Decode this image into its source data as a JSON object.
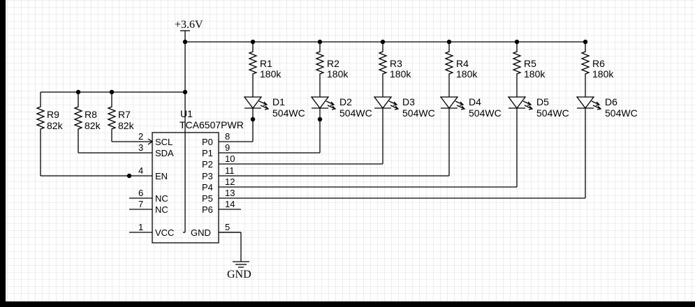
{
  "power": {
    "label": "+3.6V"
  },
  "ground": {
    "label": "GND"
  },
  "ic": {
    "ref": "U1",
    "part": "TCA6507PWR",
    "left_pins": [
      {
        "num": "2",
        "name": "SCL"
      },
      {
        "num": "3",
        "name": "SDA"
      },
      {
        "num": "4",
        "name": "EN"
      },
      {
        "num": "6",
        "name": "NC"
      },
      {
        "num": "7",
        "name": "NC"
      },
      {
        "num": "1",
        "name": "VCC"
      }
    ],
    "right_pins": [
      {
        "num": "8",
        "name": "P0"
      },
      {
        "num": "9",
        "name": "P1"
      },
      {
        "num": "10",
        "name": "P2"
      },
      {
        "num": "11",
        "name": "P3"
      },
      {
        "num": "12",
        "name": "P4"
      },
      {
        "num": "13",
        "name": "P5"
      },
      {
        "num": "14",
        "name": "P6"
      },
      {
        "num": "5",
        "name": "GND"
      }
    ]
  },
  "pullups": [
    {
      "ref": "R9",
      "value": "82k"
    },
    {
      "ref": "R8",
      "value": "82k"
    },
    {
      "ref": "R7",
      "value": "82k"
    }
  ],
  "channels": [
    {
      "res_ref": "R1",
      "res_value": "180k",
      "led_ref": "D1",
      "led_value": "504WC"
    },
    {
      "res_ref": "R2",
      "res_value": "180k",
      "led_ref": "D2",
      "led_value": "504WC"
    },
    {
      "res_ref": "R3",
      "res_value": "180k",
      "led_ref": "D3",
      "led_value": "504WC"
    },
    {
      "res_ref": "R4",
      "res_value": "180k",
      "led_ref": "D4",
      "led_value": "504WC"
    },
    {
      "res_ref": "R5",
      "res_value": "180k",
      "led_ref": "D5",
      "led_value": "504WC"
    },
    {
      "res_ref": "R6",
      "res_value": "180k",
      "led_ref": "D6",
      "led_value": "504WC"
    }
  ]
}
